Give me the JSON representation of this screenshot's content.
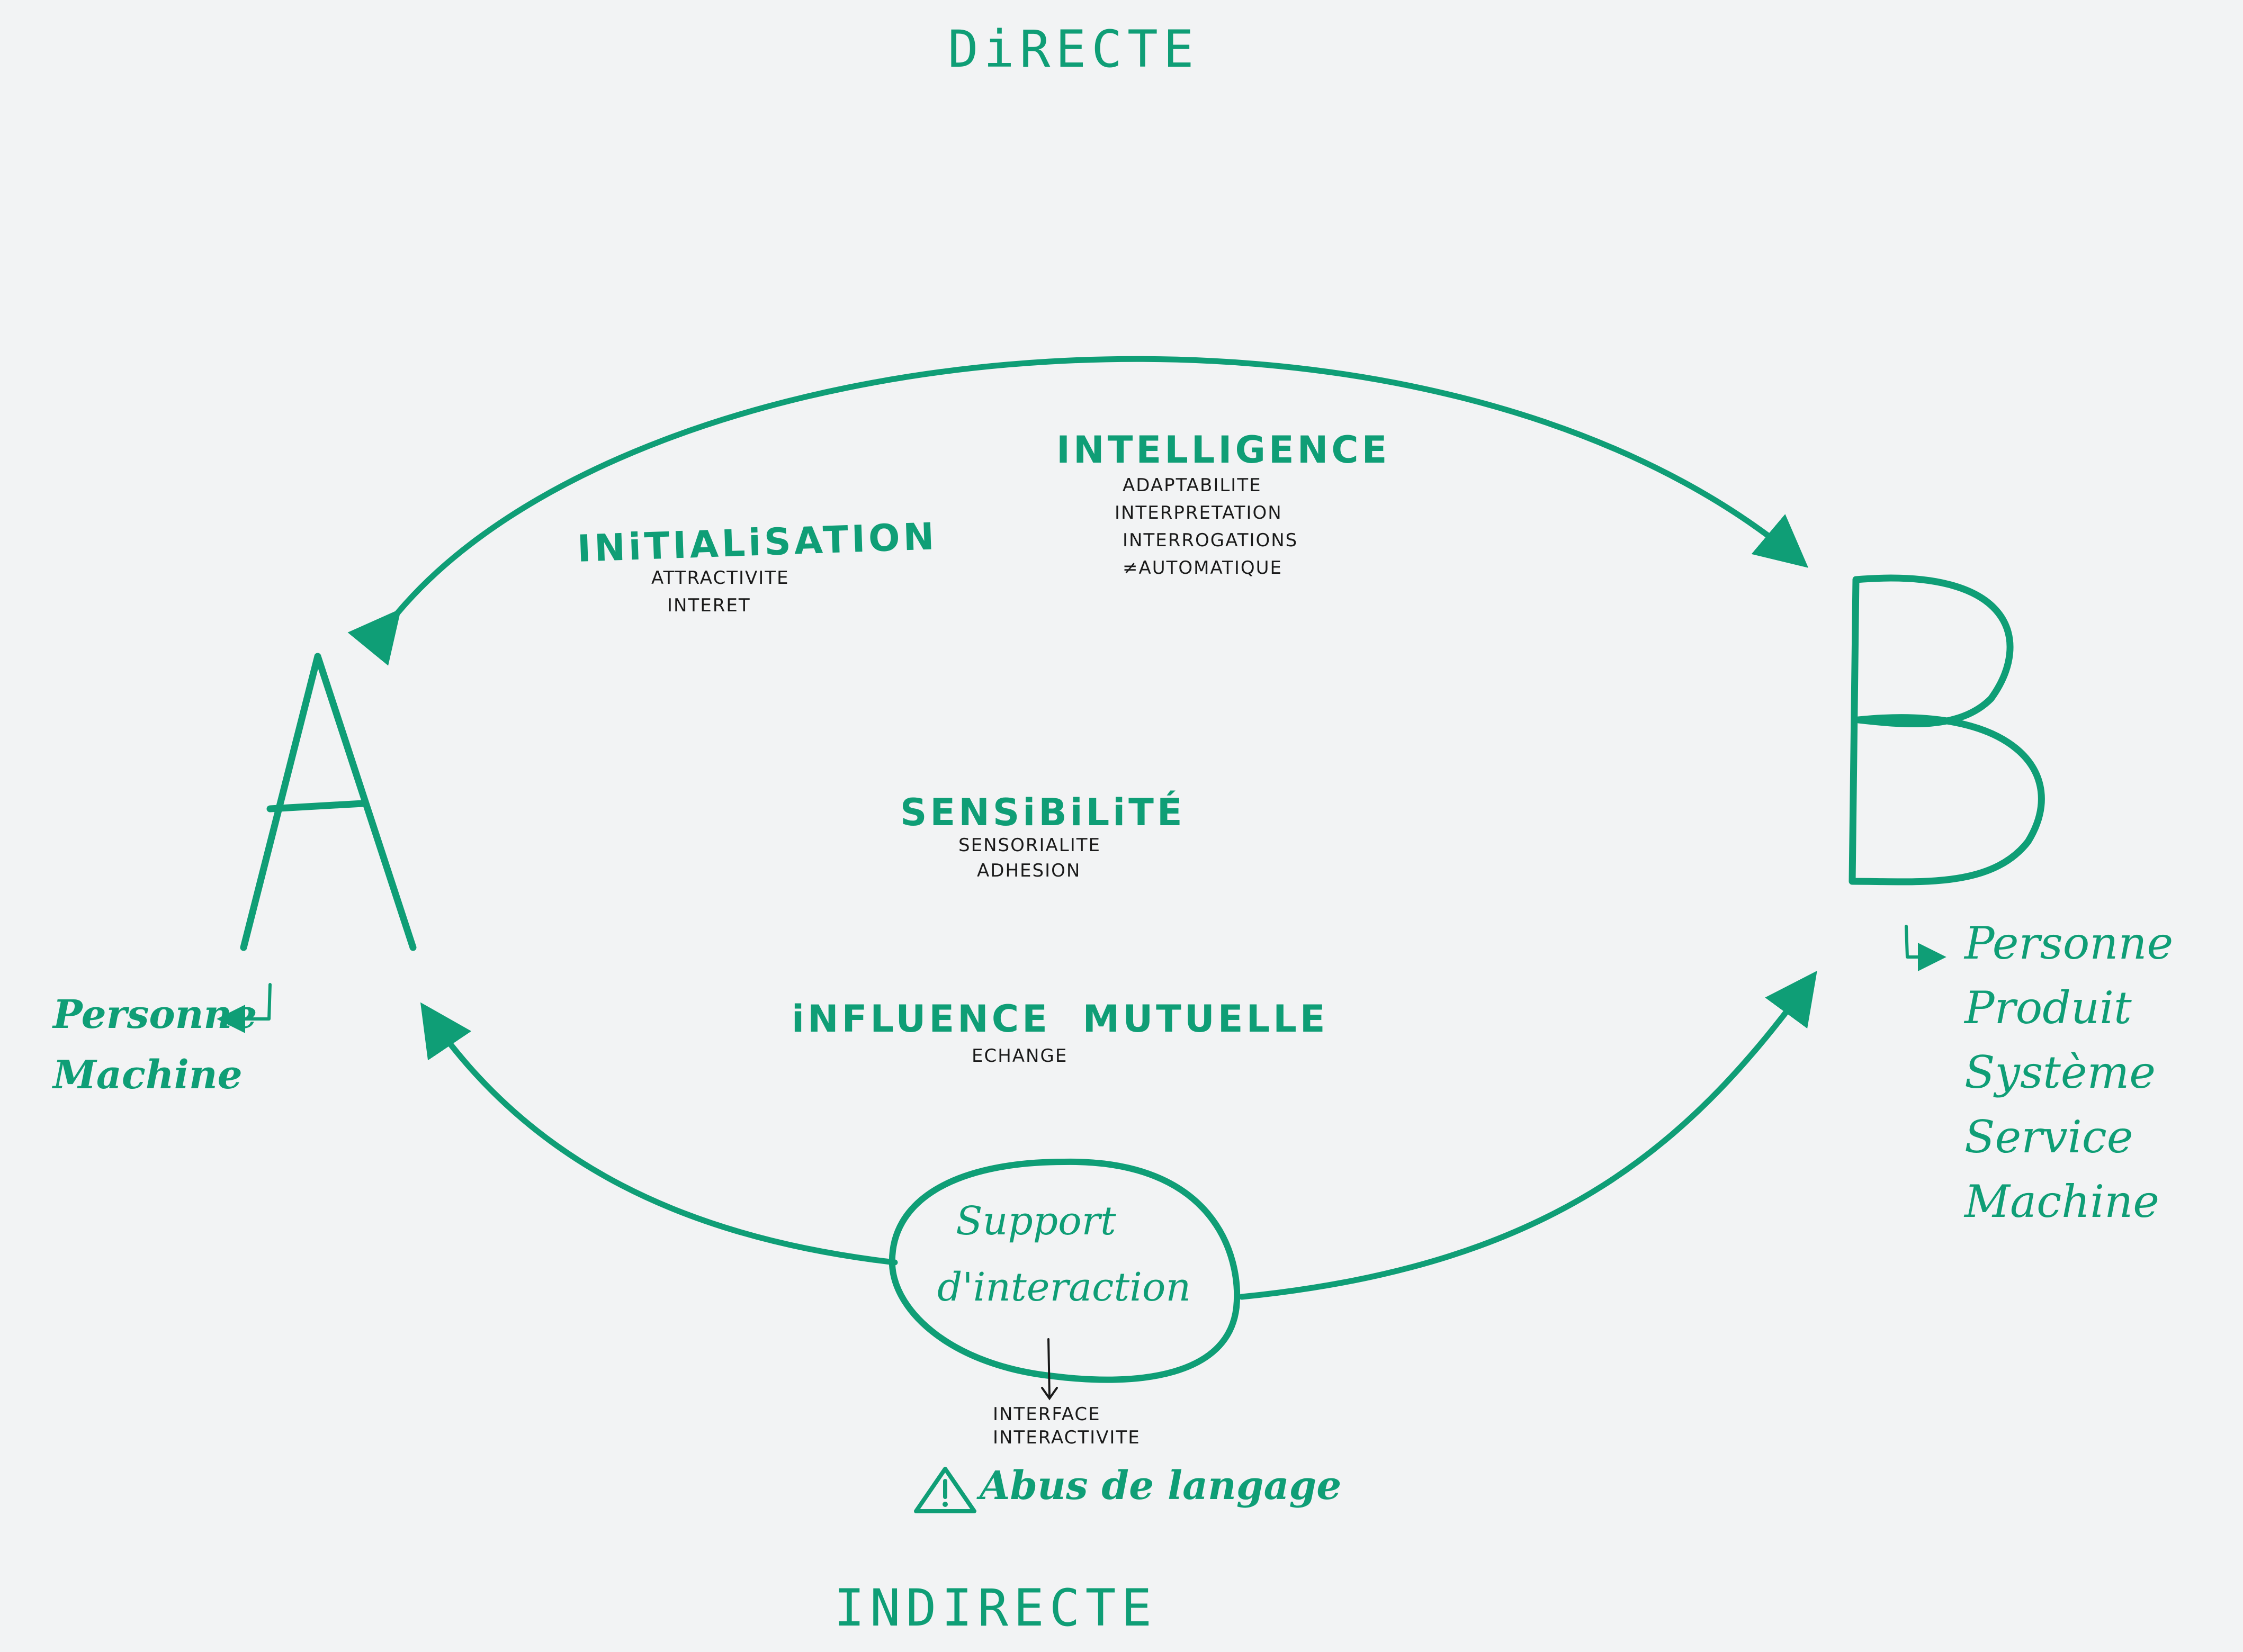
{
  "top_label": "DiRECTE",
  "bottom_label": "INDIRECTE",
  "node_a": {
    "letter": "A",
    "items": [
      "Personne",
      "Machine"
    ]
  },
  "node_b": {
    "letter": "B",
    "items": [
      "Personne",
      "Produit",
      "Système",
      "Service",
      "Machine"
    ]
  },
  "intelligence": {
    "title": "INTELLIGENCE",
    "items": [
      "ADAPTABILITE",
      "INTERPRETATION",
      "INTERROGATIONS",
      "≠AUTOMATIQUE"
    ]
  },
  "initialisation": {
    "title": "INiTIALiSATION",
    "items": [
      "ATTRACTIVITE",
      "INTERET"
    ]
  },
  "sensibilite": {
    "title": "SENSiBiLiTÉ",
    "items": [
      "SENSORIALITE",
      "ADHESION"
    ]
  },
  "influence": {
    "title": "iNFLUENCE  MUTUELLE",
    "items": [
      "ECHANGE"
    ]
  },
  "support": {
    "title_line1": "Support",
    "title_line2": "d'interaction",
    "items": [
      "INTERFACE",
      "INTERACTIVITE"
    ]
  },
  "warning": {
    "icon": "warning-triangle-icon",
    "text": "Abus de langage"
  },
  "colors": {
    "ink_green": "#0f9e76",
    "ink_black": "#1a1a1a",
    "paper": "#f2f3f4"
  }
}
